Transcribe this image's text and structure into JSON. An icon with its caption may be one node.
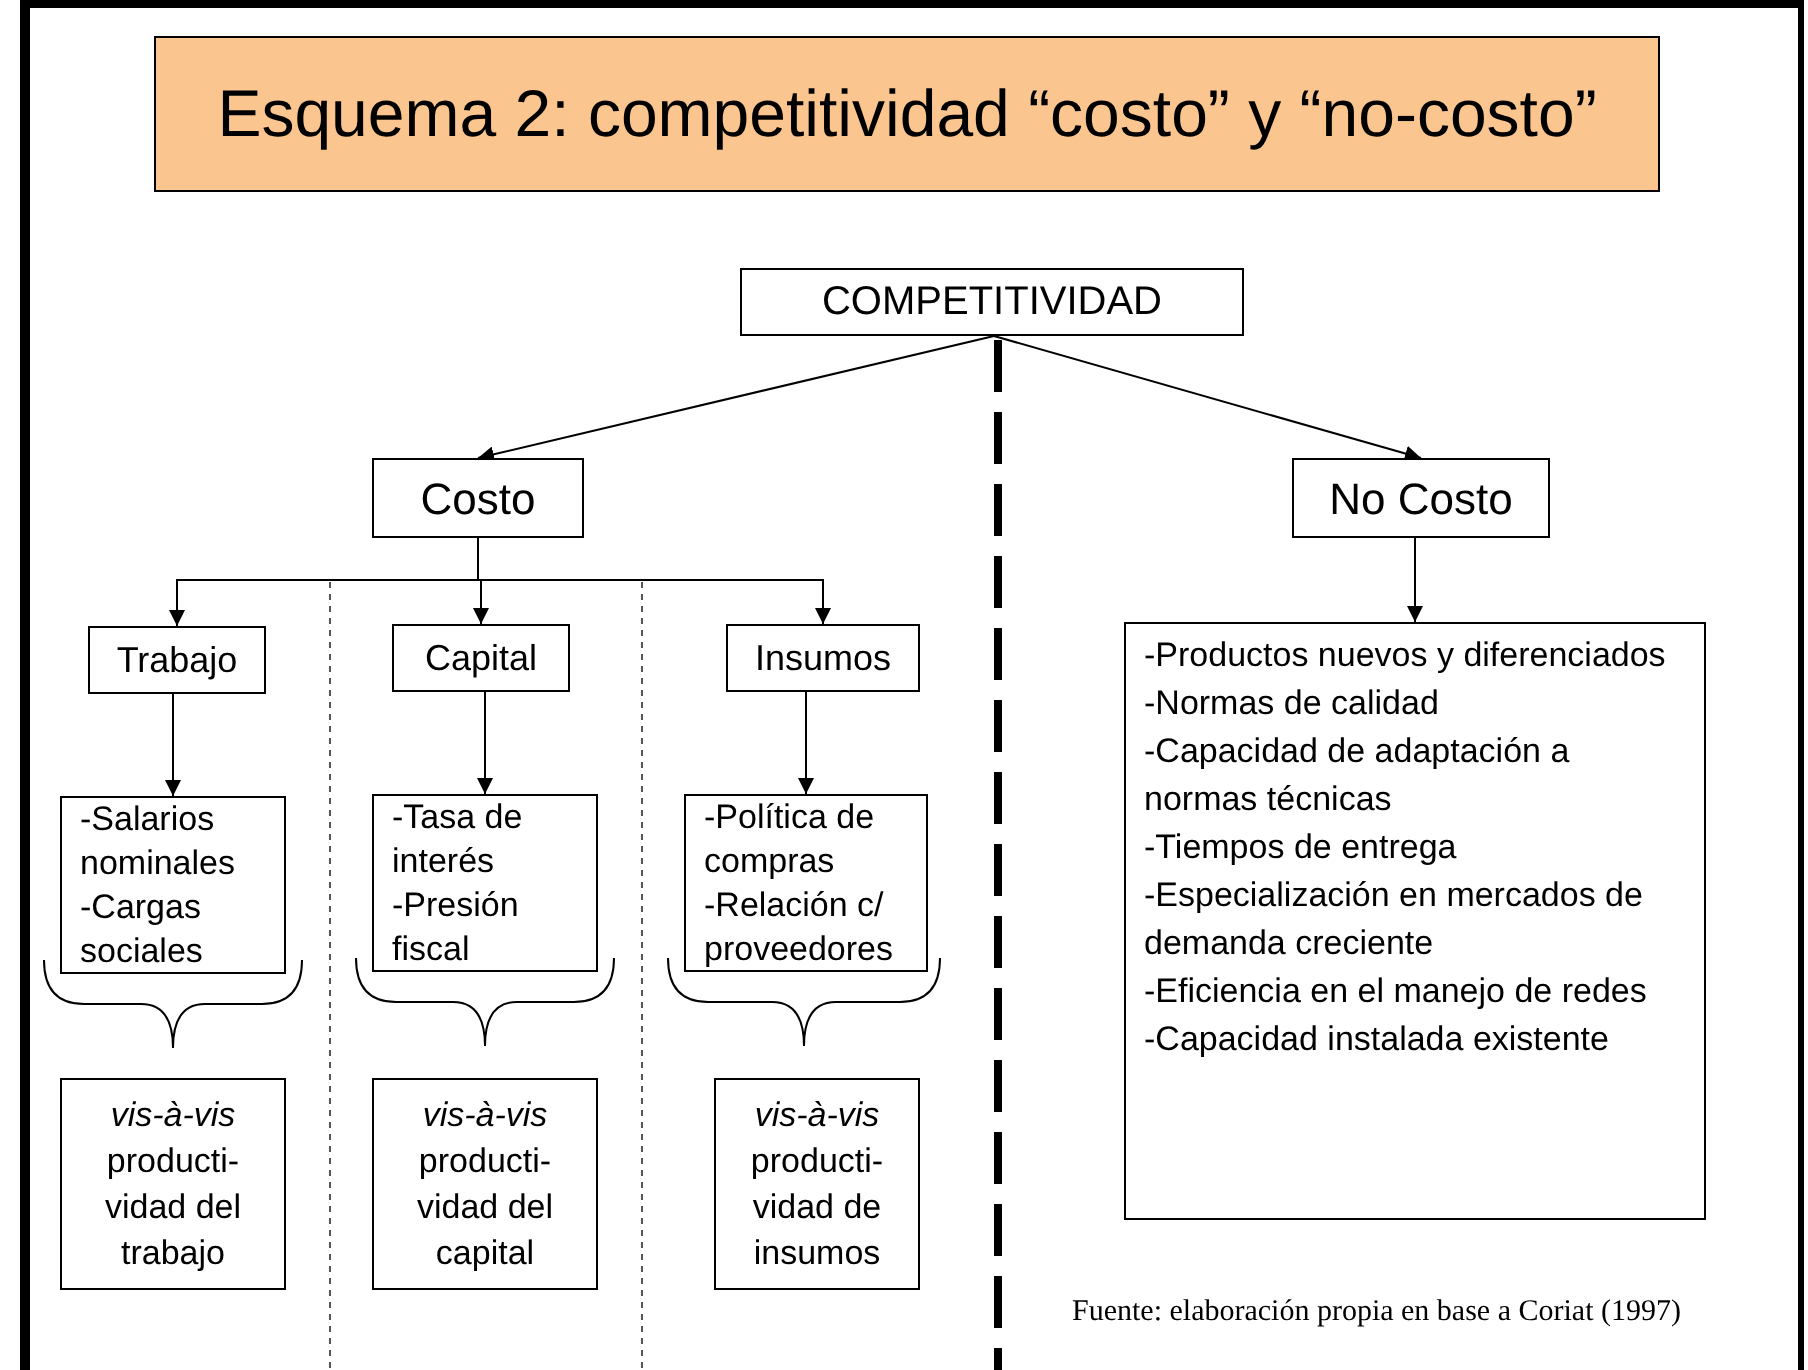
{
  "diagram": {
    "title": "Esquema 2: competitividad “costo” y “no-costo”",
    "nodes": [
      {
        "text": [
          "COMPETITIVIDAD"
        ]
      },
      {
        "text": [
          "Costo"
        ]
      },
      {
        "text": [
          "No Costo"
        ]
      },
      {
        "text": [
          "Trabajo"
        ]
      },
      {
        "text": [
          "Capital"
        ]
      },
      {
        "text": [
          "Insumos"
        ]
      },
      {
        "text": [
          "-Salarios nominales",
          "-Cargas sociales"
        ]
      },
      {
        "text": [
          "-Tasa de interés",
          "-Presión fiscal"
        ]
      },
      {
        "text": [
          "-Política de compras",
          "-Relación c/ proveedores"
        ]
      },
      {
        "text": [
          "*vis-à-vis* producti-vidad del trabajo"
        ]
      },
      {
        "text": [
          "*vis-à-vis* producti-vidad del capital"
        ]
      },
      {
        "text": [
          "*vis-à-vis* producti-vidad de insumos"
        ]
      },
      {
        "text": [
          "-Productos nuevos y diferenciados",
          "-Normas de calidad",
          "-Capacidad de adaptación a normas técnicas",
          "-Tiempos de entrega",
          "-Especialización en mercados de demanda creciente",
          "-Eficiencia en el manejo de redes",
          "-Capacidad instalada existente"
        ]
      }
    ],
    "edges": [
      {
        "from": 0,
        "to": 1,
        "arrow": "to"
      },
      {
        "from": 0,
        "to": 2,
        "arrow": "to"
      },
      {
        "from": 1,
        "to": 3,
        "arrow": "to"
      },
      {
        "from": 1,
        "to": 4,
        "arrow": "to"
      },
      {
        "from": 1,
        "to": 5,
        "arrow": "to"
      },
      {
        "from": 3,
        "to": 6,
        "arrow": "to"
      },
      {
        "from": 4,
        "to": 7,
        "arrow": "to"
      },
      {
        "from": 5,
        "to": 8,
        "arrow": "to"
      },
      {
        "from": 2,
        "to": 12,
        "arrow": "to"
      }
    ],
    "labels": [
      "Fuente: elaboración propia en base a Coriat (1997)"
    ]
  }
}
